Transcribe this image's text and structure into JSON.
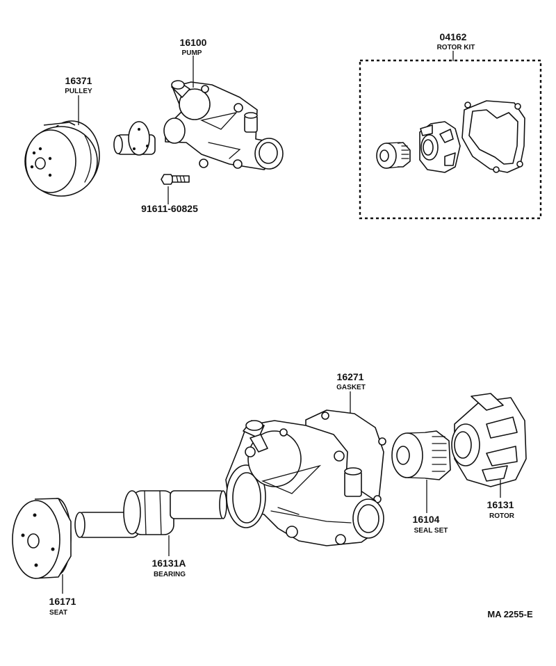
{
  "parts": {
    "pulley": {
      "number": "16371",
      "name": "PULLEY"
    },
    "pump": {
      "number": "16100",
      "name": "PUMP"
    },
    "bolt": {
      "number": "91611-60825"
    },
    "rotor_kit": {
      "number": "04162",
      "name": "ROTOR KIT"
    },
    "gasket": {
      "number": "16271",
      "name": "GASKET"
    },
    "rotor": {
      "number": "16131",
      "name": "ROTOR"
    },
    "seal_set": {
      "number": "16104",
      "name": "SEAL SET"
    },
    "bearing": {
      "number": "16131A",
      "name": "BEARING"
    },
    "seat": {
      "number": "16171",
      "name": "SEAT"
    }
  },
  "drawing_code": "MA 2255-E"
}
